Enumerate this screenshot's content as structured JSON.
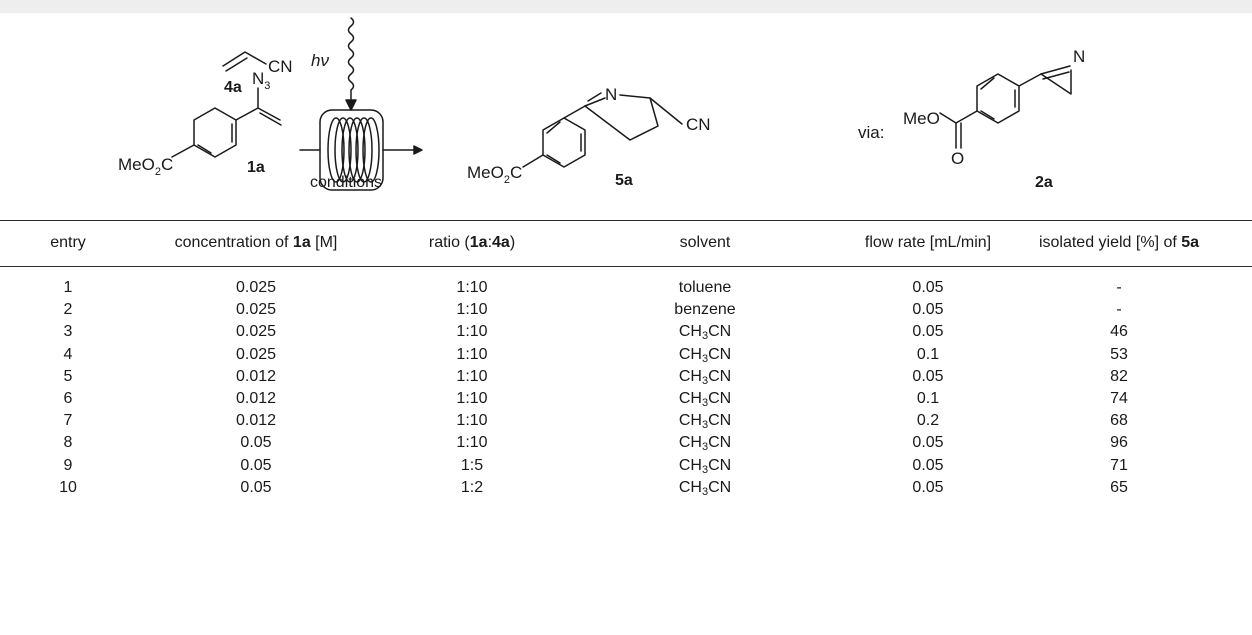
{
  "scheme": {
    "reagent_4a": {
      "formula": "CN",
      "label": "4a"
    },
    "reagent_1a": {
      "azide": "N",
      "azide_sub": "3",
      "ester": "MeO",
      "ester_sub": "2",
      "ester_tail": "C",
      "label": "1a"
    },
    "reactor": {
      "light": "hν",
      "conditions": "conditions"
    },
    "product_5a": {
      "ring_n": "N",
      "nitrile": "CN",
      "ester": "MeO",
      "ester_sub": "2",
      "ester_tail": "C",
      "label": "5a"
    },
    "intermediate": {
      "via": "via:",
      "ester": "MeO",
      "carbonyl_o": "O",
      "ring_n": "N",
      "label": "2a"
    }
  },
  "table": {
    "headers": {
      "entry": "entry",
      "concentration": {
        "pre": "concentration of ",
        "bold": "1a",
        "post": " [M]"
      },
      "ratio": {
        "pre": "ratio (",
        "bold1": "1a",
        "mid": ":",
        "bold2": "4a",
        "post": ")"
      },
      "solvent": "solvent",
      "flow_rate": "flow rate [mL/min]",
      "yield": {
        "pre": "isolated yield [%] of ",
        "bold": "5a"
      }
    },
    "rows": [
      {
        "entry": "1",
        "concentration": "0.025",
        "ratio": "1:10",
        "solvent": "toluene",
        "flow_rate": "0.05",
        "yield": "-"
      },
      {
        "entry": "2",
        "concentration": "0.025",
        "ratio": "1:10",
        "solvent": "benzene",
        "flow_rate": "0.05",
        "yield": "-"
      },
      {
        "entry": "3",
        "concentration": "0.025",
        "ratio": "1:10",
        "solvent": "CH3CN",
        "flow_rate": "0.05",
        "yield": "46"
      },
      {
        "entry": "4",
        "concentration": "0.025",
        "ratio": "1:10",
        "solvent": "CH3CN",
        "flow_rate": "0.1",
        "yield": "53"
      },
      {
        "entry": "5",
        "concentration": "0.012",
        "ratio": "1:10",
        "solvent": "CH3CN",
        "flow_rate": "0.05",
        "yield": "82"
      },
      {
        "entry": "6",
        "concentration": "0.012",
        "ratio": "1:10",
        "solvent": "CH3CN",
        "flow_rate": "0.1",
        "yield": "74"
      },
      {
        "entry": "7",
        "concentration": "0.012",
        "ratio": "1:10",
        "solvent": "CH3CN",
        "flow_rate": "0.2",
        "yield": "68"
      },
      {
        "entry": "8",
        "concentration": "0.05",
        "ratio": "1:10",
        "solvent": "CH3CN",
        "flow_rate": "0.05",
        "yield": "96"
      },
      {
        "entry": "9",
        "concentration": "0.05",
        "ratio": "1:5",
        "solvent": "CH3CN",
        "flow_rate": "0.05",
        "yield": "71"
      },
      {
        "entry": "10",
        "concentration": "0.05",
        "ratio": "1:2",
        "solvent": "CH3CN",
        "flow_rate": "0.05",
        "yield": "65"
      }
    ]
  }
}
